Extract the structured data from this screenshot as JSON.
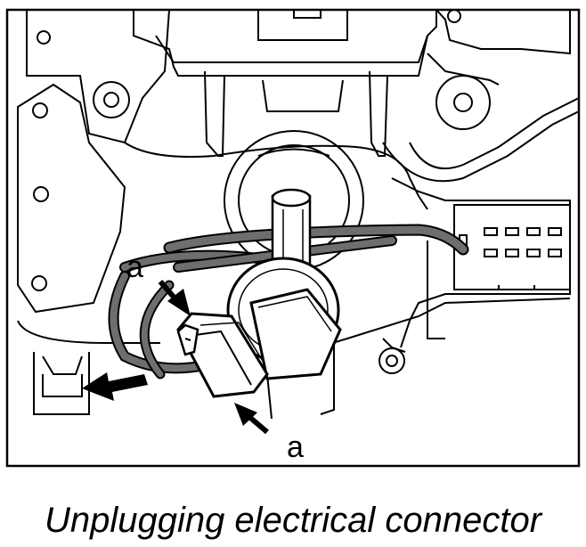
{
  "figure": {
    "callouts": [
      "a",
      "a"
    ],
    "caption": "Unplugging electrical connector"
  },
  "colors": {
    "line": "#000000",
    "gray": "#6e6e6e",
    "background": "#ffffff"
  },
  "icons": [
    "arrow-right-icon",
    "arrow-left-icon"
  ]
}
